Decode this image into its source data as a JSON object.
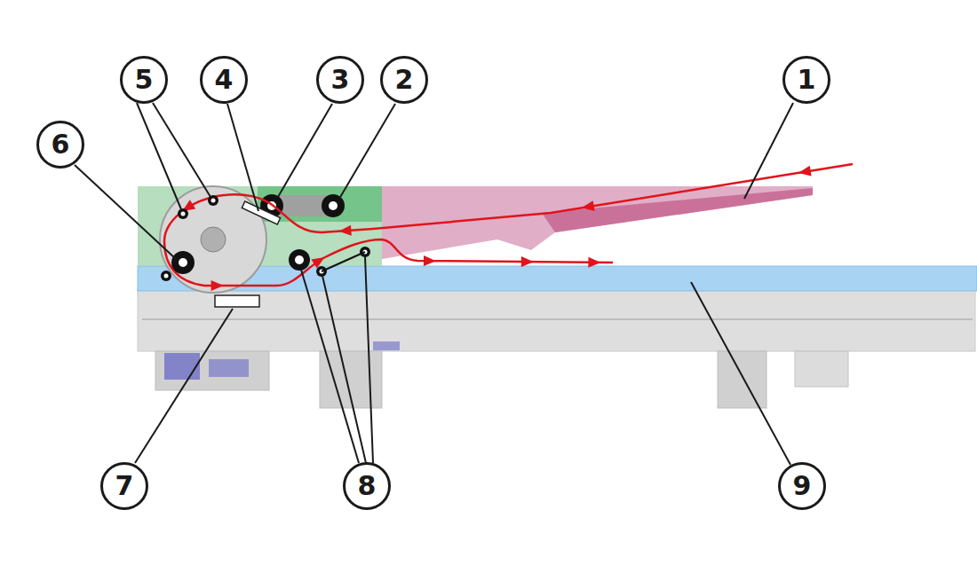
{
  "diagram": {
    "labels": [
      "5",
      "4",
      "3",
      "2",
      "1",
      "6",
      "7",
      "8",
      "9"
    ]
  }
}
